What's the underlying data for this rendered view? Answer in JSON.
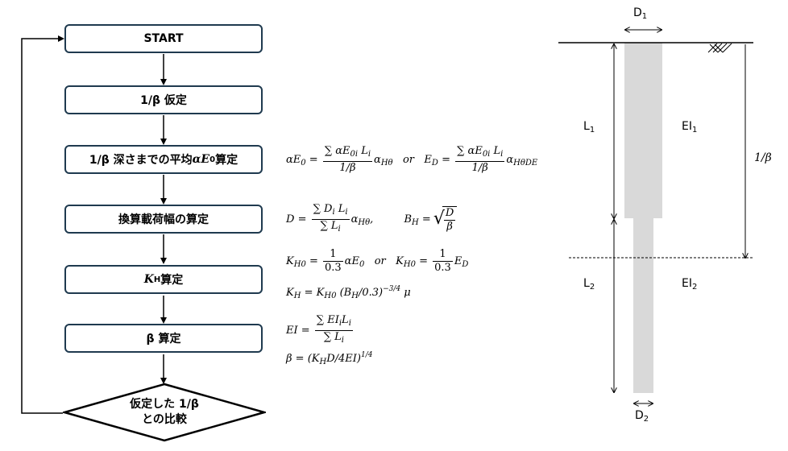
{
  "flowchart": {
    "start": "START",
    "step1": "1/β 仮定",
    "step2_a": "1/β 深さまでの平均 ",
    "step2_b": "αE",
    "step2_c": "0",
    "step2_d": " 算定",
    "step3": "換算載荷幅の算定",
    "step4_a": "K",
    "step4_b": "H",
    "step4_c": " 算定",
    "step5": "β 算定",
    "decision_line1": "仮定した 1/β",
    "decision_line2": "との比較"
  },
  "equations": {
    "eq1": {
      "lhs": "αE",
      "lhs_sub": "0",
      "eq": " = ",
      "num": "∑ αE",
      "num_sub": "0i",
      "num_b": " L",
      "num_sub2": "i",
      "den": "1/β",
      "tail": "α",
      "tail_sub": "Hθ",
      "or": "   or   ",
      "lhs2": "E",
      "lhs2_sub": "D",
      "tail2": "α",
      "tail2_sub": "HθD",
      "tail2_sub2": "E"
    },
    "eq2": {
      "lhs": "D",
      "num": "∑ D",
      "num_sub": "i",
      "num_b": " L",
      "num_sub2": "i",
      "den": "∑ L",
      "den_sub": "i",
      "tail": "α",
      "tail_sub": "Hθ",
      "comma": ",",
      "lhs2": "B",
      "lhs2_sub": "H",
      "sqrt_num": "D",
      "sqrt_den": "β"
    },
    "eq3": {
      "lhs": "K",
      "lhs_sub": "H0",
      "num": "1",
      "den": "0.3",
      "tail": "αE",
      "tail_sub": "0",
      "or": "   or   ",
      "tail2": "E",
      "tail2_sub": "D"
    },
    "eq4": {
      "lhs": "K",
      "lhs_sub": "H",
      "mid": "K",
      "mid_sub": "H0",
      "paren": " (B",
      "paren_sub": "H",
      "paren_b": "/0.3)",
      "exp": "−3/4",
      "tail": " μ"
    },
    "eq5": {
      "lhs": "EI",
      "num": "∑ EI",
      "num_sub": "i",
      "num_b": "L",
      "num_sub2": "i",
      "den": "∑ L",
      "den_sub": "i"
    },
    "eq6": {
      "lhs": "β",
      "rhs": "(K",
      "rhs_sub": "H",
      "rhs_b": "D/4EI)",
      "exp": "1/4"
    }
  },
  "pile": {
    "d1_label": "D",
    "d1_sub": "1",
    "d2_label": "D",
    "d2_sub": "2",
    "l1_label": "L",
    "l1_sub": "1",
    "l2_label": "L",
    "l2_sub": "2",
    "ei1_label": "EI",
    "ei1_sub": "1",
    "ei2_label": "EI",
    "ei2_sub": "2",
    "depth_label": "1/β",
    "colors": {
      "pile": "#d9d9d9",
      "line": "#000000",
      "box_border": "#1f3a4f"
    }
  }
}
